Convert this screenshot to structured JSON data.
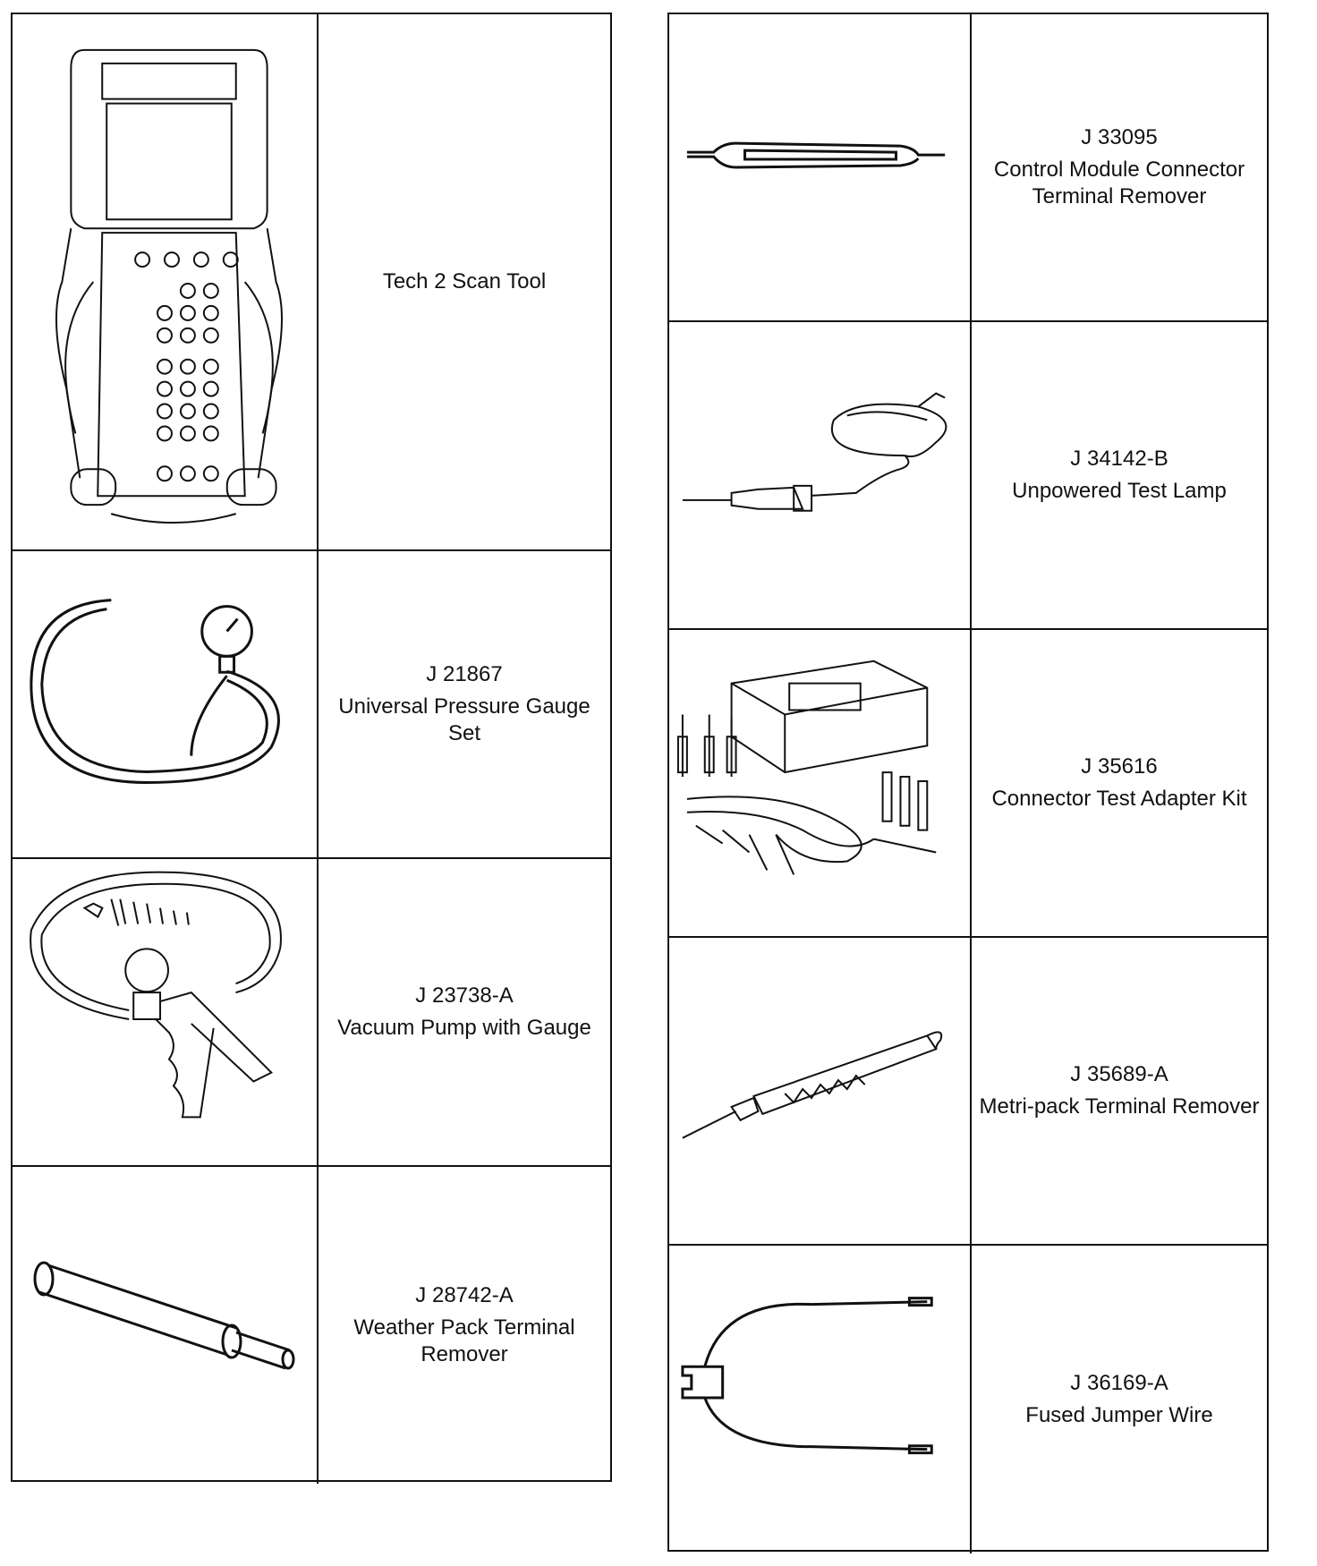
{
  "left_table": [
    {
      "number": "",
      "name": "Tech 2 Scan Tool",
      "icon": "scan-tool-icon"
    },
    {
      "number": "J 21867",
      "name": "Universal Pressure Gauge Set",
      "icon": "pressure-gauge-icon"
    },
    {
      "number": "J 23738-A",
      "name": "Vacuum Pump with Gauge",
      "icon": "vacuum-pump-icon"
    },
    {
      "number": "J 28742-A",
      "name": "Weather Pack Terminal Remover",
      "icon": "terminal-remover-icon"
    }
  ],
  "right_table": [
    {
      "number": "J 33095",
      "name": "Control Module Connector Terminal Remover",
      "icon": "connector-remover-icon"
    },
    {
      "number": "J 34142-B",
      "name": "Unpowered Test Lamp",
      "icon": "test-lamp-icon"
    },
    {
      "number": "J 35616",
      "name": "Connector Test Adapter Kit",
      "icon": "adapter-kit-icon"
    },
    {
      "number": "J 35689-A",
      "name": "Metri-pack Terminal Remover",
      "icon": "metripack-remover-icon"
    },
    {
      "number": "J 36169-A",
      "name": "Fused Jumper Wire",
      "icon": "jumper-wire-icon"
    }
  ]
}
